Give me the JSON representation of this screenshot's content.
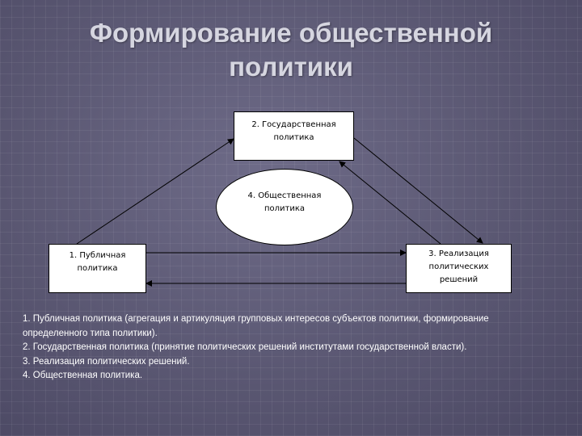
{
  "title": {
    "line1": "Формирование общественной",
    "line2": "политики"
  },
  "nodes": {
    "state_policy": "2. Государственная\nполитика",
    "public_politics": "1. Публичная\nполитика",
    "implementation": "3. Реализация\nполитических\nрешений",
    "social_policy": "4. Общественная\nполитика"
  },
  "legend": [
    "1. Публичная политика (агрегация и артикуляция групповых интересов субъектов политики, формирование определенного типа политики).",
    "2. Государственная политика (принятие политических решений институтами государственной власти).",
    "3. Реализация политических решений.",
    "4. Общественная политика."
  ],
  "colors": {
    "background": "#5d5a75",
    "title": "#d6d6e0",
    "legend_text": "#ffffff",
    "box_fill": "#ffffff",
    "line": "#000000"
  }
}
